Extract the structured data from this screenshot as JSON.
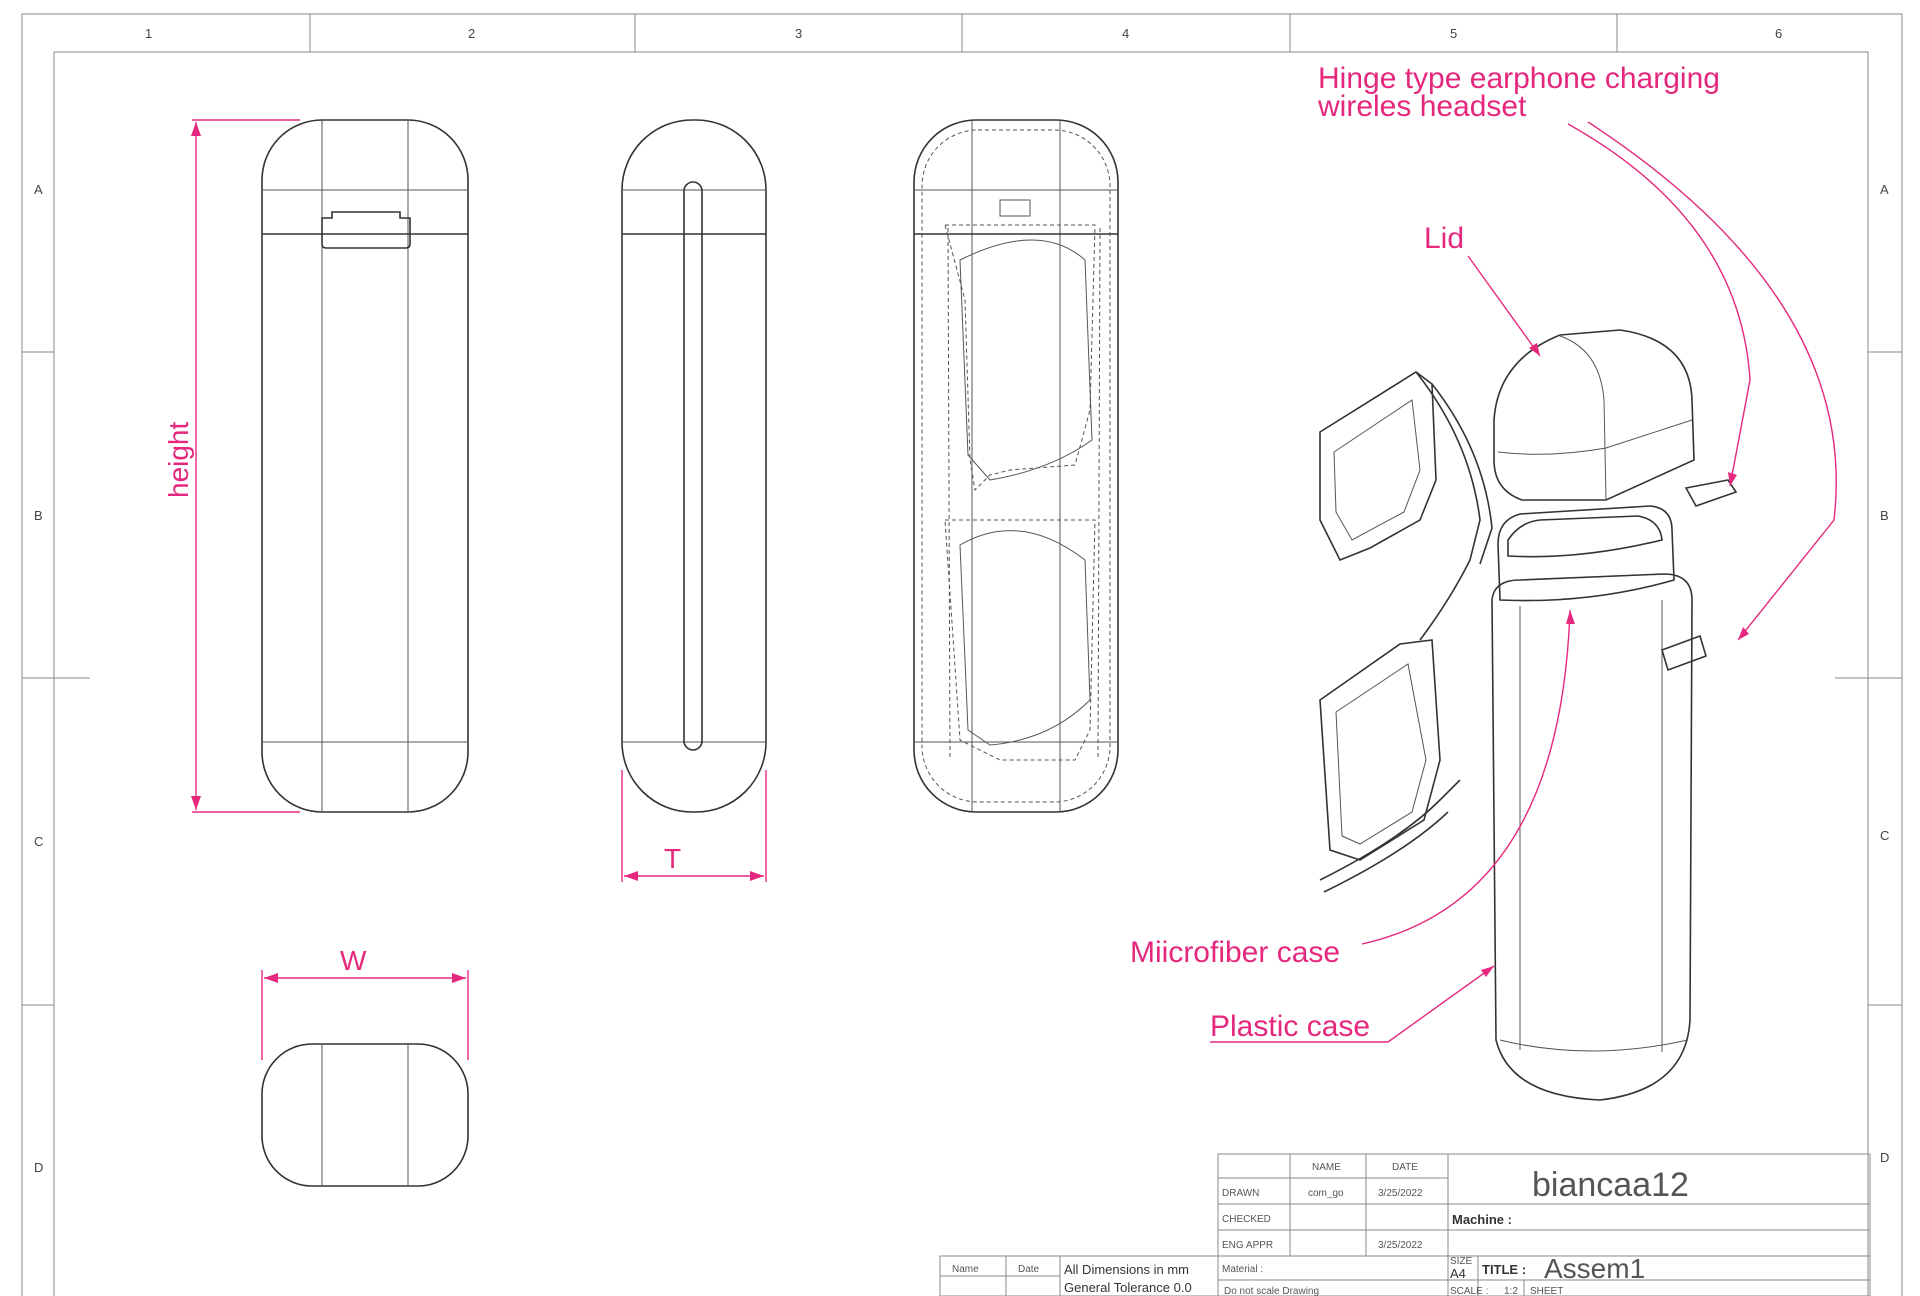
{
  "zones": {
    "columns": [
      "1",
      "2",
      "3",
      "4",
      "5",
      "6"
    ],
    "rows": [
      "A",
      "B",
      "C",
      "D"
    ]
  },
  "dimensions": {
    "height": "height",
    "thickness": "T",
    "width": "W"
  },
  "callouts": {
    "hinge_line1": "Hinge type earphone charging",
    "hinge_line2": "wireles headset",
    "lid": "Lid",
    "microfiber": "Miicrofiber case",
    "plastic": "Plastic case"
  },
  "title_block": {
    "col_name": "NAME",
    "col_date": "DATE",
    "drawn_label": "DRAWN",
    "drawn_name": "com_go",
    "drawn_date": "3/25/2022",
    "checked_label": "CHECKED",
    "eng_label": "ENG APPR",
    "eng_date": "3/25/2022",
    "company": "biancaa12",
    "machine_label": "Machine :",
    "material_label": "Material :",
    "size_label": "SIZE",
    "size_value": "A4",
    "title_label": "TITLE :",
    "title_value": "Assem1",
    "scale_label": "SCALE :",
    "scale_value": "1:2",
    "sheet_label": "SHEET",
    "do_not_scale": "Do not scale Drawing",
    "rev_name_header": "Name",
    "rev_date_header": "Date",
    "notes_line1": "All Dimensions in mm",
    "notes_line2": "General Tolerance  0.0"
  },
  "colors": {
    "annotation": "#e5287e",
    "linework": "#333333",
    "border": "#888888"
  }
}
